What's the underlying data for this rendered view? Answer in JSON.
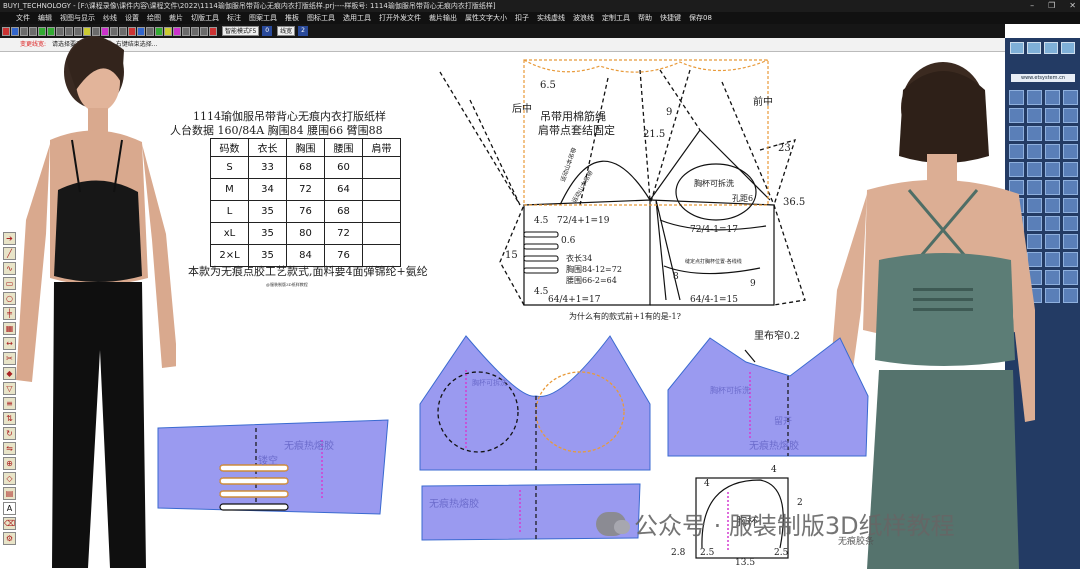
{
  "window": {
    "title": "BUYI_TECHNOLOGY - [F:\\课程录像\\课件内容\\课程文件\\2022\\1114瑜伽服吊带背心无痕内衣打版纸样.prj----样板号: 1114瑜伽服吊带背心无痕内衣打版纸样]",
    "controls": [
      "–",
      "❐",
      "✕"
    ]
  },
  "menu": [
    "文件",
    "编辑",
    "视图与显示",
    "纱线",
    "设置",
    "绘图",
    "裁片",
    "切版工具",
    "标注",
    "图案工具",
    "推板",
    "图标工具",
    "选用工具",
    "打开外发文件",
    "裁片输出",
    "属性文字大小",
    "扣子",
    "实线虚线",
    "波浪线",
    "定制工具",
    "帮助",
    "快捷键",
    "保存08"
  ],
  "toolbar": {
    "mode_select": "智能模式F5",
    "layer_value": "0",
    "field_value": "线宽",
    "width_value": "2"
  },
  "status": {
    "label": "变更线宽:",
    "hint": "请选择要改变线宽的线, 右键结束选择..."
  },
  "right_panel": {
    "url": "www.etsystem.cn"
  },
  "pattern": {
    "title_line1": "1114瑜伽服吊带背心无痕内衣打版纸样",
    "title_line2": "人台数据   160/84A    胸围84    腰围66    臂围88",
    "table_headers": [
      "码数",
      "衣长",
      "胸围",
      "腰围",
      "肩带"
    ],
    "table_rows": [
      [
        "S",
        "33",
        "68",
        "60",
        ""
      ],
      [
        "M",
        "34",
        "72",
        "64",
        ""
      ],
      [
        "L",
        "35",
        "76",
        "68",
        ""
      ],
      [
        "xL",
        "35",
        "80",
        "72",
        ""
      ],
      [
        "2×L",
        "35",
        "84",
        "76",
        ""
      ]
    ],
    "note_main": "本款为无痕点胶工艺款式,面料要4面弹锦纶+氨纶",
    "note_small": "@服装制版3D纸样教程",
    "labels": {
      "back_center": "后中",
      "front_center": "前中",
      "strap_note1": "吊带用棉筋绳",
      "strap_note2": "肩带点套结固定",
      "strap_diag": "运动山本吊带",
      "slot_note": "运动山本吊带",
      "cup_can_lift": "胸杯可拆洗",
      "hole_distance": "孔距6",
      "length34": "衣长34",
      "chest_calc": "胸围84-12=72",
      "waist_calc": "腰围66-2=64",
      "question": "为什么有的款式前+1有的是-1?",
      "lining_narrow": "里布窄0.2",
      "seamless1": "无痕热熔胶",
      "seamless2": "无痕热熔胶",
      "seamless3": "无痕热熔胶",
      "cup_lift2": "胸杯可拆洗",
      "cup_lift3": "胸杯可拆洗",
      "hollow": "镂空",
      "open": "留开",
      "cup": "胸杯",
      "cup_dots": "缝定点打胸杯位置-各线线",
      "bottom_small": "无痕胶条"
    },
    "dims": {
      "d65": "6.5",
      "d9": "9",
      "d215": "21.5",
      "d23": "23",
      "d365": "36.5",
      "d45a": "4.5",
      "d45b": "4.5",
      "d06": "0.6",
      "d15": "15",
      "f1": "72/4+1=19",
      "f2": "72/4-1=17",
      "f3": "64/4+1=17",
      "f4": "64/4-1=15",
      "d8": "8",
      "d9b": "9",
      "d4a": "4",
      "d4b": "4",
      "d28": "2.8",
      "d25a": "2.5",
      "d25b": "2.5",
      "d135": "13.5",
      "d2": "2"
    }
  },
  "watermark": {
    "text": "公众号 · 服装制版3D纸样教程"
  },
  "colors": {
    "piece_fill": "#9a9af0",
    "dash_orange": "#e89a3a",
    "seam_magenta": "#d43ccf"
  }
}
